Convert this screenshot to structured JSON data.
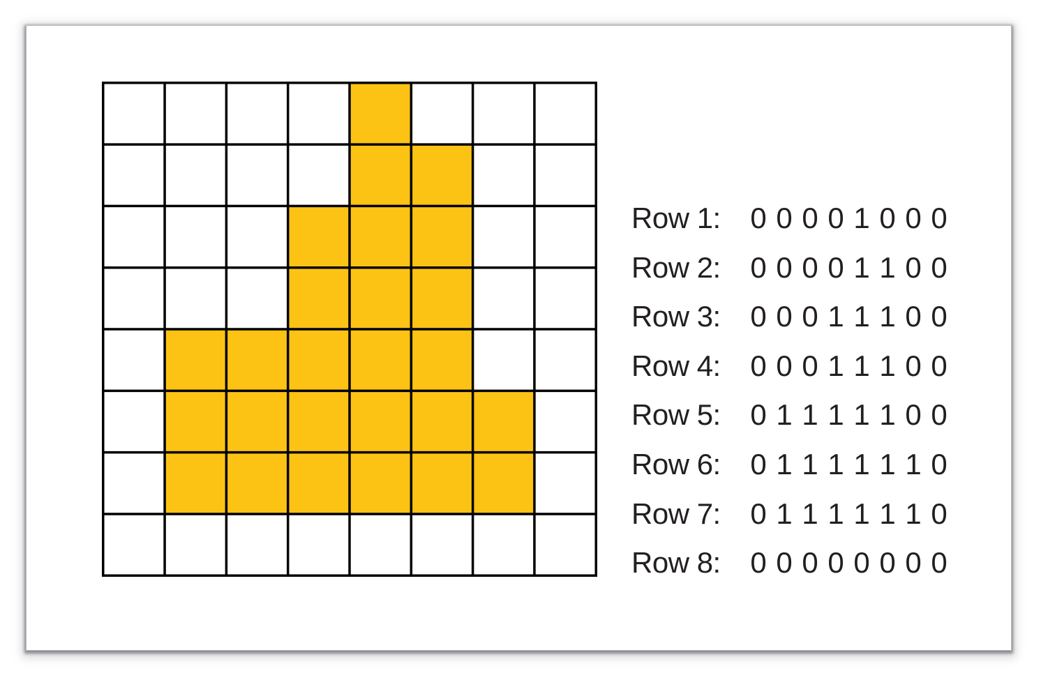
{
  "figure": {
    "fill_color": "#FCC314",
    "empty_color": "#FFFFFF",
    "line_color": "#000000",
    "text_color": "#231F20",
    "grid": {
      "rows": 8,
      "cols": 8,
      "cells": [
        [
          0,
          0,
          0,
          0,
          1,
          0,
          0,
          0
        ],
        [
          0,
          0,
          0,
          0,
          1,
          1,
          0,
          0
        ],
        [
          0,
          0,
          0,
          1,
          1,
          1,
          0,
          0
        ],
        [
          0,
          0,
          0,
          1,
          1,
          1,
          0,
          0
        ],
        [
          0,
          1,
          1,
          1,
          1,
          1,
          0,
          0
        ],
        [
          0,
          1,
          1,
          1,
          1,
          1,
          1,
          0
        ],
        [
          0,
          1,
          1,
          1,
          1,
          1,
          1,
          0
        ],
        [
          0,
          0,
          0,
          0,
          0,
          0,
          0,
          0
        ]
      ]
    },
    "rows": [
      {
        "label": "Row 1:",
        "bits": [
          "0",
          "0",
          "0",
          "0",
          "1",
          "0",
          "0",
          "0"
        ]
      },
      {
        "label": "Row 2:",
        "bits": [
          "0",
          "0",
          "0",
          "0",
          "1",
          "1",
          "0",
          "0"
        ]
      },
      {
        "label": "Row 3:",
        "bits": [
          "0",
          "0",
          "0",
          "1",
          "1",
          "1",
          "0",
          "0"
        ]
      },
      {
        "label": "Row 4:",
        "bits": [
          "0",
          "0",
          "0",
          "1",
          "1",
          "1",
          "0",
          "0"
        ]
      },
      {
        "label": "Row 5:",
        "bits": [
          "0",
          "1",
          "1",
          "1",
          "1",
          "1",
          "0",
          "0"
        ]
      },
      {
        "label": "Row 6:",
        "bits": [
          "0",
          "1",
          "1",
          "1",
          "1",
          "1",
          "1",
          "0"
        ]
      },
      {
        "label": "Row 7:",
        "bits": [
          "0",
          "1",
          "1",
          "1",
          "1",
          "1",
          "1",
          "0"
        ]
      },
      {
        "label": "Row 8:",
        "bits": [
          "0",
          "0",
          "0",
          "0",
          "0",
          "0",
          "0",
          "0"
        ]
      }
    ]
  }
}
